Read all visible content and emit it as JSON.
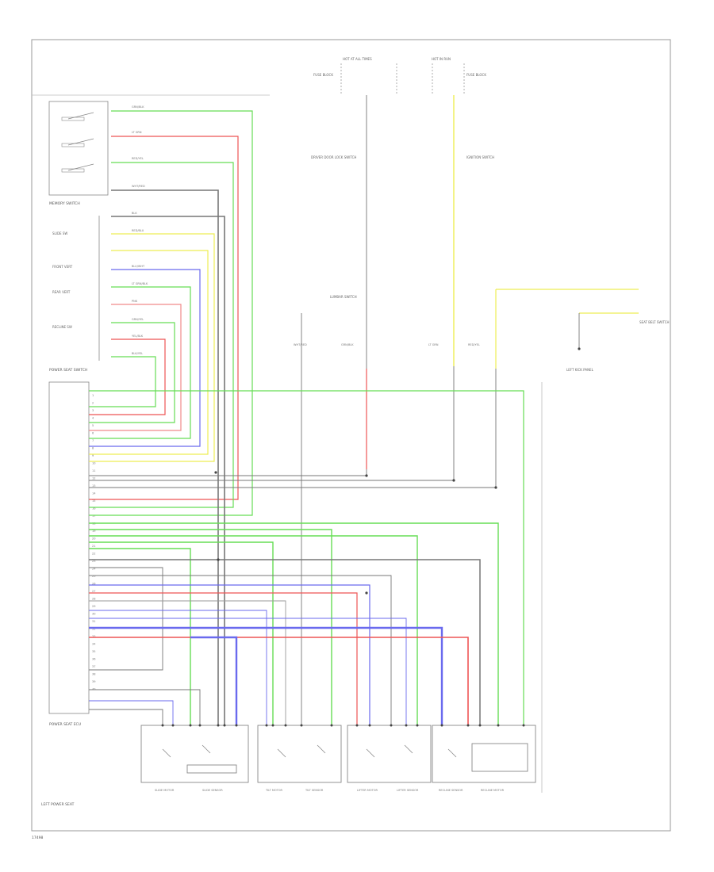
{
  "colors": {
    "green": "#66dd55",
    "red": "#ee5555",
    "blue": "#6a6aee",
    "yellow": "#eeee55",
    "pink": "#f08a8a",
    "gray": "#9a9a9a",
    "dark": "#777777",
    "black": "#444444"
  },
  "labels": {
    "memory_switch": "MEMORY SWITCH",
    "power_seat_switch": "POWER SEAT SWITCH",
    "power_seat_ecu": "POWER SEAT ECU",
    "left_power_seat": "LEFT POWER SEAT",
    "page_code": "17498",
    "hot_at_all_times": "HOT AT ALL TIMES",
    "hot_in_run": "HOT IN RUN",
    "fuse_block_left": "FUSE BLOCK",
    "fuse_block_right": "FUSE BLOCK",
    "door_lock_relay": "DRIVER DOOR LOCK SWITCH",
    "ignition_relay": "IGNITION SWITCH",
    "lumbar_switch": "LUMBAR SWITCH",
    "seat_belt_switch": "SEAT BELT SWITCH",
    "ground": "LEFT KICK PANEL",
    "motor_1": "SLIDE MOTOR",
    "motor_2": "SLIDE SENSOR",
    "motor_3": "TILT MOTOR",
    "motor_4": "TILT SENSOR",
    "motor_5": "LIFTER MOTOR",
    "motor_6": "LIFTER SENSOR",
    "motor_7": "RECLINE SENSOR",
    "motor_8": "RECLINE MOTOR"
  },
  "switch_rows": [
    "SLIDE SW",
    "FRONT VERT",
    "REAR VERT",
    "RECLINE SW"
  ],
  "ecu_pins": [
    "1",
    "2",
    "3",
    "4",
    "5",
    "6",
    "7",
    "8",
    "9",
    "10",
    "11",
    "12",
    "13",
    "14",
    "15",
    "16",
    "17",
    "18",
    "19",
    "20",
    "21",
    "22",
    "23",
    "24",
    "25",
    "26",
    "27",
    "28",
    "29",
    "30",
    "31",
    "32",
    "33",
    "34",
    "35",
    "36",
    "37",
    "38",
    "39",
    "40"
  ],
  "wire_codes": [
    "GRN/BLK",
    "LT GRN",
    "RED/YEL",
    "WHT/RED",
    "BLK",
    "RED/BLU",
    "BLU/WHT",
    "LT GRN/BLK",
    "PNK",
    "GRN/YEL",
    "YEL/BLK",
    "BLK/YEL"
  ]
}
